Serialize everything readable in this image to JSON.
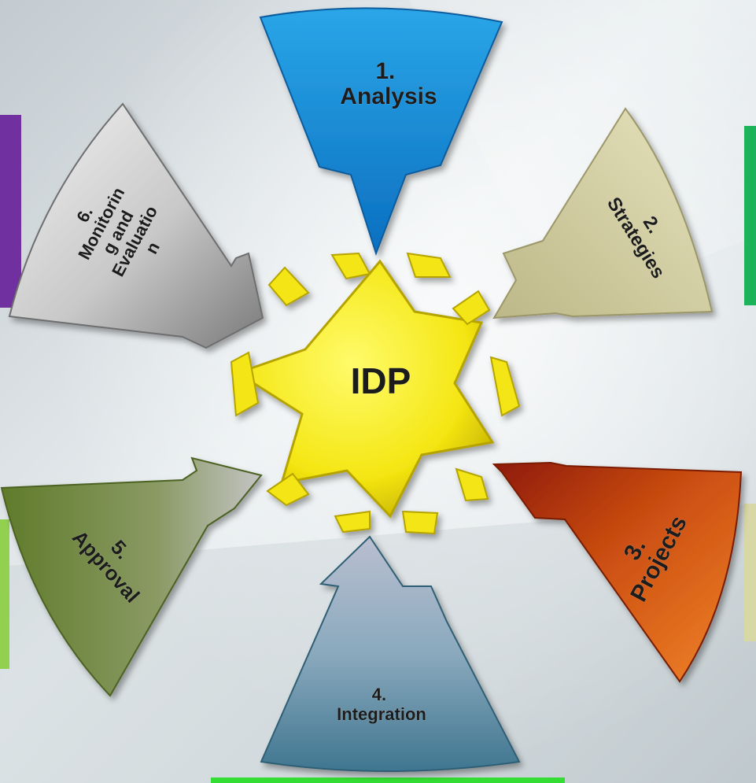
{
  "diagram": {
    "center": {
      "label": "IDP"
    },
    "steps": [
      {
        "id": "analysis",
        "lines": [
          "1.",
          "Analysis"
        ]
      },
      {
        "id": "strategies",
        "lines": [
          "2.",
          "Strategies"
        ]
      },
      {
        "id": "projects",
        "lines": [
          "3.",
          "Projects"
        ]
      },
      {
        "id": "integration",
        "lines": [
          "4.",
          "Integration"
        ]
      },
      {
        "id": "approval",
        "lines": [
          "5.",
          "Approval"
        ]
      },
      {
        "id": "monitoring",
        "lines": [
          "6.",
          "Monitorin",
          "g and",
          "Evaluatio",
          "n"
        ]
      }
    ]
  },
  "colors": {
    "analysis": "#1e9be0",
    "strategies": "#d6d2a3",
    "projects": "#d9620f",
    "integration": "#5b8fa6",
    "approval": "#6f8a3a",
    "monitoring": "#a3a3a3",
    "center": "#f5ea12",
    "side_purple": "#7030a0",
    "side_green": "#1db35a",
    "side_lime": "#92d050",
    "side_khaki": "#d8d7a6",
    "bottom_green": "#33dd33"
  }
}
